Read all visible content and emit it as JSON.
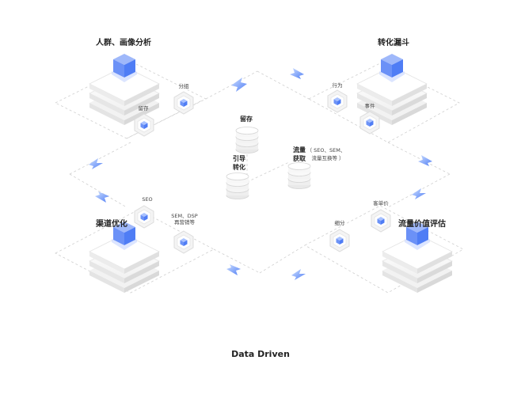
{
  "quadrants": {
    "top_left": {
      "title": "人群、画像分析",
      "items": [
        "分组",
        "留存"
      ]
    },
    "top_right": {
      "title": "转化漏斗",
      "items": [
        "行为",
        "事件"
      ]
    },
    "bottom_left": {
      "title": "渠道优化",
      "items": [
        "SEO",
        "SEM、DSP",
        "再营销等"
      ]
    },
    "bottom_right": {
      "title": "流量价值评估",
      "items": [
        "客单价",
        "细分"
      ]
    }
  },
  "center": {
    "retention": "留存",
    "guide_1": "引导",
    "guide_2": "转化",
    "traffic_1": "流量",
    "traffic_2": "获取",
    "traffic_note_1": "（ SEO、SEM、",
    "traffic_note_2": "流量互换等 ）"
  },
  "footer": "Data Driven",
  "colors": {
    "accent_blue": "#4f7df5",
    "light_blue": "#9fb8fa",
    "grey_line": "#c8c8c8"
  },
  "icons": [
    "cube-icon",
    "hexagon-icon",
    "database-icon",
    "arrow-icon"
  ]
}
